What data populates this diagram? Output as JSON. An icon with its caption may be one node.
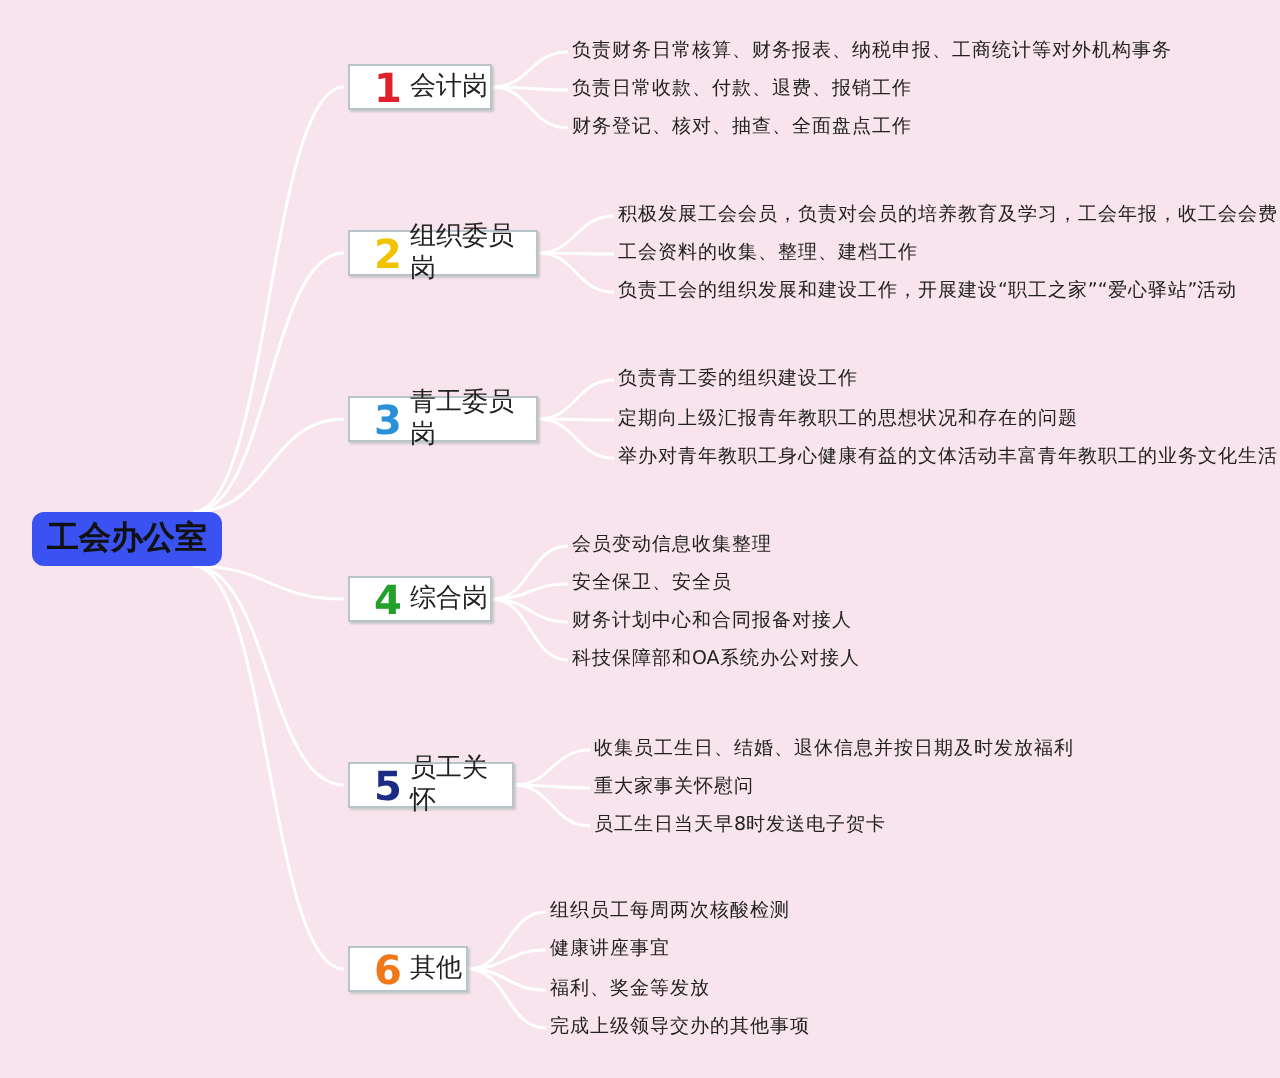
{
  "diagram": {
    "nodes": [
      {
        "text": [
          "工会办公室"
        ]
      },
      {
        "text": [
          "1",
          "会计岗"
        ]
      },
      {
        "text": [
          "负责财务日常核算、财务报表、纳税申报、工商统计等对外机构事务"
        ]
      },
      {
        "text": [
          "负责日常收款、付款、退费、报销工作"
        ]
      },
      {
        "text": [
          "财务登记、核对、抽查、全面盘点工作"
        ]
      },
      {
        "text": [
          "2",
          "组织委员岗"
        ]
      },
      {
        "text": [
          "积极发展工会会员，负责对会员的培养教育及学习，工会年报，收工会会费"
        ]
      },
      {
        "text": [
          "工会资料的收集、整理、建档工作"
        ]
      },
      {
        "text": [
          "负责工会的组织发展和建设工作，开展建设“职工之家”“爱心驿站”活动"
        ]
      },
      {
        "text": [
          "3",
          "青工委员岗"
        ]
      },
      {
        "text": [
          "负责青工委的组织建设工作"
        ]
      },
      {
        "text": [
          "定期向上级汇报青年教职工的思想状况和存在的问题"
        ]
      },
      {
        "text": [
          "举办对青年教职工身心健康有益的文体活动丰富青年教职工的业务文化生活"
        ]
      },
      {
        "text": [
          "4",
          "综合岗"
        ]
      },
      {
        "text": [
          "会员变动信息收集整理"
        ]
      },
      {
        "text": [
          "安全保卫、安全员"
        ]
      },
      {
        "text": [
          "财务计划中心和合同报备对接人"
        ]
      },
      {
        "text": [
          "科技保障部和OA系统办公对接人"
        ]
      },
      {
        "text": [
          "5",
          "员工关怀"
        ]
      },
      {
        "text": [
          "收集员工生日、结婚、退休信息并按日期及时发放福利"
        ]
      },
      {
        "text": [
          "重大家事关怀慰问"
        ]
      },
      {
        "text": [
          "员工生日当天早8时发送电子贺卡"
        ]
      },
      {
        "text": [
          "6",
          "其他"
        ]
      },
      {
        "text": [
          "组织员工每周两次核酸检测"
        ]
      },
      {
        "text": [
          "健康讲座事宜"
        ]
      },
      {
        "text": [
          "福利、奖金等发放"
        ]
      },
      {
        "text": [
          "完成上级领导交办的其他事项"
        ]
      }
    ],
    "edges": [
      {
        "from": 0,
        "to": 1,
        "arrow": "none"
      },
      {
        "from": 1,
        "to": 2,
        "arrow": "none"
      },
      {
        "from": 1,
        "to": 3,
        "arrow": "none"
      },
      {
        "from": 1,
        "to": 4,
        "arrow": "none"
      },
      {
        "from": 0,
        "to": 5,
        "arrow": "none"
      },
      {
        "from": 5,
        "to": 6,
        "arrow": "none"
      },
      {
        "from": 5,
        "to": 7,
        "arrow": "none"
      },
      {
        "from": 5,
        "to": 8,
        "arrow": "none"
      },
      {
        "from": 0,
        "to": 9,
        "arrow": "none"
      },
      {
        "from": 9,
        "to": 10,
        "arrow": "none"
      },
      {
        "from": 9,
        "to": 11,
        "arrow": "none"
      },
      {
        "from": 9,
        "to": 12,
        "arrow": "none"
      },
      {
        "from": 0,
        "to": 13,
        "arrow": "none"
      },
      {
        "from": 13,
        "to": 14,
        "arrow": "none"
      },
      {
        "from": 13,
        "to": 15,
        "arrow": "none"
      },
      {
        "from": 13,
        "to": 16,
        "arrow": "none"
      },
      {
        "from": 13,
        "to": 17,
        "arrow": "none"
      },
      {
        "from": 0,
        "to": 18,
        "arrow": "none"
      },
      {
        "from": 18,
        "to": 19,
        "arrow": "none"
      },
      {
        "from": 18,
        "to": 20,
        "arrow": "none"
      },
      {
        "from": 18,
        "to": 21,
        "arrow": "none"
      },
      {
        "from": 0,
        "to": 22,
        "arrow": "none"
      },
      {
        "from": 22,
        "to": 23,
        "arrow": "none"
      },
      {
        "from": 22,
        "to": 24,
        "arrow": "none"
      },
      {
        "from": 22,
        "to": 25,
        "arrow": "none"
      },
      {
        "from": 22,
        "to": 26,
        "arrow": "none"
      }
    ]
  }
}
